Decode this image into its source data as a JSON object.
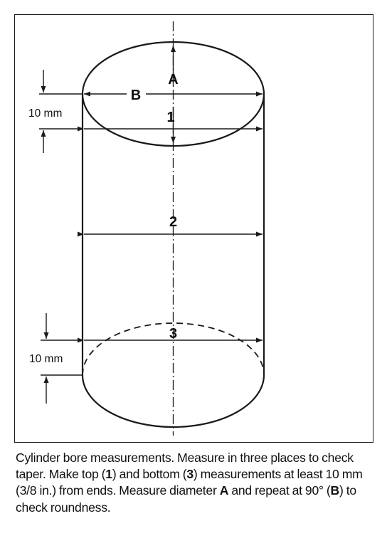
{
  "diagram": {
    "labels": {
      "diameter_a": "A",
      "diameter_b": "B",
      "position_top": "1",
      "position_middle": "2",
      "position_bottom": "3",
      "top_offset": "10 mm",
      "bottom_offset": "10 mm"
    },
    "colors": {
      "line": "#1a1a1a",
      "background": "#ffffff"
    }
  },
  "caption": {
    "part1": "Cylinder bore measurements. Measure in three places to check taper. Make top (",
    "top_ref": "1",
    "part2": ") and bottom (",
    "bottom_ref": "3",
    "part3": ") measurements at least 10 mm (3/8 in.) from ends. Measure diameter ",
    "diameter_ref": "A",
    "part4": " and repeat at 90° (",
    "repeat_ref": "B",
    "part5": ") to check roundness."
  }
}
